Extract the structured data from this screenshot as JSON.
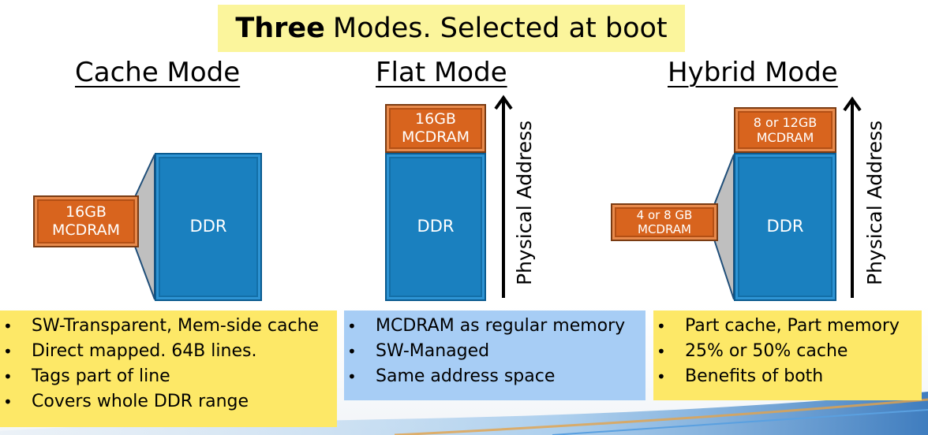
{
  "title": {
    "bold": "Three",
    "rest": "Modes. Selected at boot"
  },
  "modes": {
    "cache": {
      "heading": "Cache Mode",
      "mcdram": {
        "line1": "16GB",
        "line2": "MCDRAM"
      },
      "ddr": "DDR",
      "bullets": [
        "SW-Transparent, Mem-side cache",
        "Direct mapped. 64B lines.",
        "Tags part of line",
        "Covers whole DDR range"
      ]
    },
    "flat": {
      "heading": "Flat Mode",
      "mcdram": {
        "line1": "16GB",
        "line2": "MCDRAM"
      },
      "ddr": "DDR",
      "axis_label": "Physical Address",
      "bullets": [
        "MCDRAM as regular memory",
        "SW-Managed",
        "Same address space"
      ]
    },
    "hybrid": {
      "heading": "Hybrid Mode",
      "mcdram_top": {
        "line1": "8 or 12GB",
        "line2": "MCDRAM"
      },
      "mcdram_side": {
        "line1": "4 or 8 GB",
        "line2": "MCDRAM"
      },
      "ddr": "DDR",
      "axis_label": "Physical Address",
      "bullets": [
        "Part cache, Part memory",
        "25% or 50% cache",
        "Benefits of both"
      ]
    }
  },
  "colors": {
    "ddr_blue": "#1a80bf",
    "mcdram_orange": "#d8641e",
    "title_yellow": "#fbf59c",
    "panel_yellow": "#fde867",
    "panel_blue": "#a7cdf5",
    "cache_link_gray": "#bfbfbf"
  }
}
